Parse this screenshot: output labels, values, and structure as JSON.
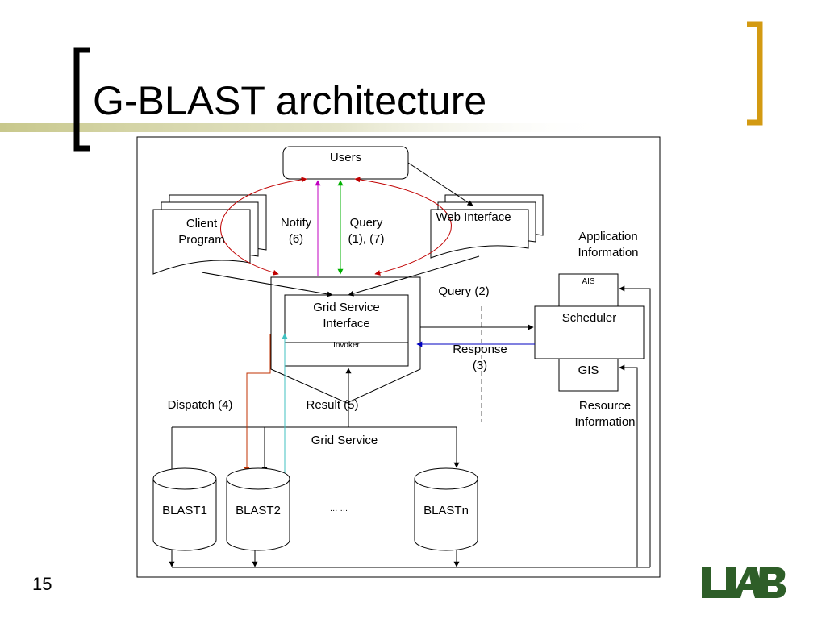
{
  "slide": {
    "title": "G-BLAST architecture",
    "page_number": "15",
    "logo_text": "UAB"
  },
  "diagram": {
    "users": "Users",
    "client_program": [
      "Client",
      "Program"
    ],
    "web_interface": "Web Interface",
    "notify": [
      "Notify",
      "(6)"
    ],
    "query_1_7": [
      "Query",
      "(1), (7)"
    ],
    "application_information": [
      "Application",
      "Information"
    ],
    "ais": "AIS",
    "query_2": "Query (2)",
    "grid_service_interface": [
      "Grid Service",
      "Interface"
    ],
    "invoker": "Invoker",
    "scheduler": "Scheduler",
    "response_3": [
      "Response",
      "(3)"
    ],
    "gis": "GIS",
    "dispatch_4": "Dispatch (4)",
    "result_5": "Result (5)",
    "resource_information": [
      "Resource",
      "Information"
    ],
    "grid_service": "Grid Service",
    "blast1": "BLAST1",
    "blast2": "BLAST2",
    "ellipsis": "…  …",
    "blastn": "BLASTn"
  },
  "colors": {
    "bracket_left": "#000000",
    "bracket_right": "#d39a12",
    "title_bar": "#c8c88c",
    "notify_arrow": "#c000c0",
    "query_arrow": "#00b000",
    "client_web_curves": "#c00000",
    "response_arrow": "#0000c0",
    "dispatch_arrow": "#c03000",
    "result_arrow": "#40c0c0",
    "logo": "#2e5e28"
  }
}
